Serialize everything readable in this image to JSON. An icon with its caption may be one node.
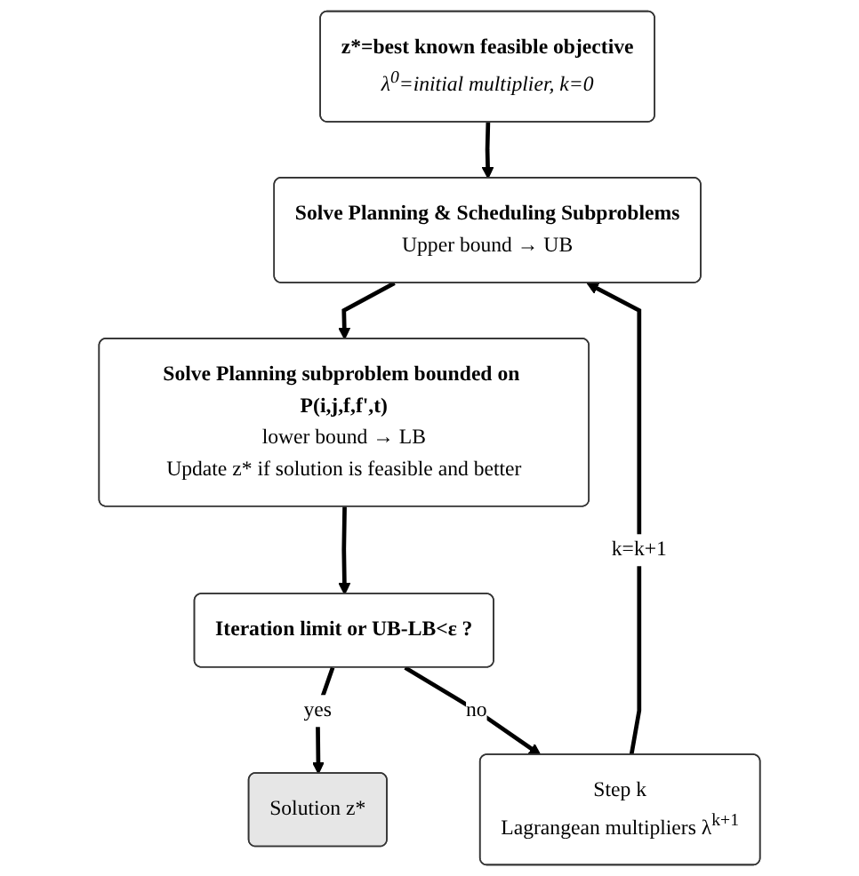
{
  "diagram": {
    "nodes": [
      {
        "text": [
          "z*=best known feasible objective",
          "λ$^{0}$=initial multiplier, k=0"
        ]
      },
      {
        "text": [
          "Solve Planning & Scheduling Subproblems",
          "Upper bound → UB"
        ]
      },
      {
        "text": [
          "Solve Planning subproblem bounded on P(i,j,f,f',t)",
          "lower bound → LB",
          "Update z* if solution is feasible and better"
        ]
      },
      {
        "text": [
          "Iteration limit or UB-LB<ε ?"
        ]
      },
      {
        "text": [
          "Solution z*"
        ]
      },
      {
        "text": [
          "Step k",
          "Lagrangean multipliers λ$^{k+1}$"
        ]
      }
    ],
    "edges": [
      {
        "from": 0,
        "to": 1,
        "arrow": "to"
      },
      {
        "from": 1,
        "to": 2,
        "arrow": "to"
      },
      {
        "from": 2,
        "to": 3,
        "arrow": "to"
      },
      {
        "from": 3,
        "to": 4,
        "arrow": "to",
        "label": "yes"
      },
      {
        "from": 3,
        "to": 5,
        "arrow": "to",
        "label": "no"
      },
      {
        "from": 5,
        "to": 1,
        "arrow": "to",
        "label": "k=k+1"
      }
    ]
  }
}
